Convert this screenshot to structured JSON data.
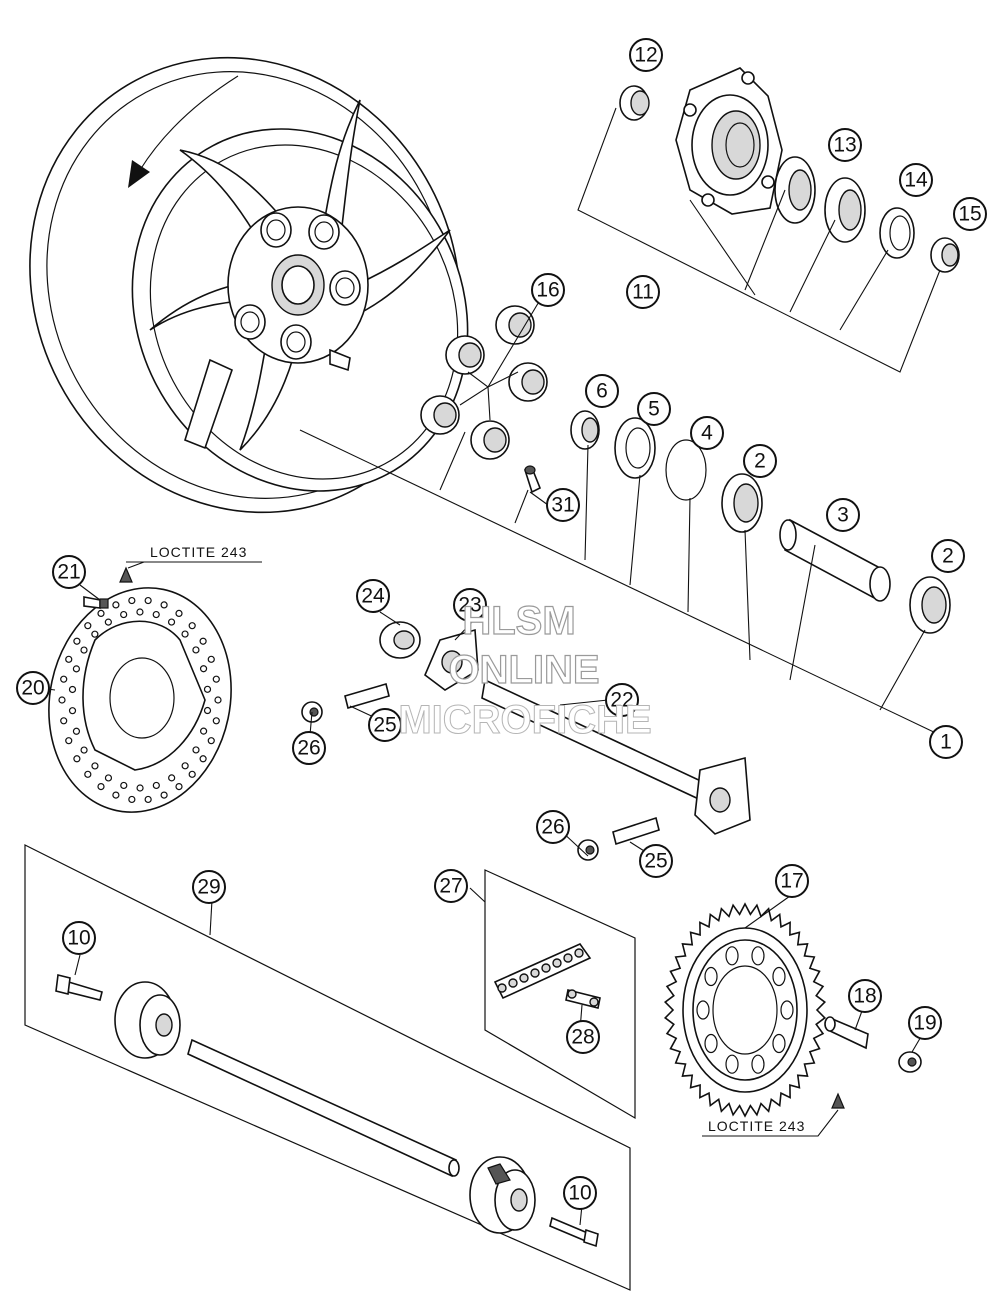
{
  "callouts": [
    {
      "id": "c1",
      "label": "1"
    },
    {
      "id": "c2a",
      "label": "2"
    },
    {
      "id": "c2b",
      "label": "2"
    },
    {
      "id": "c3",
      "label": "3"
    },
    {
      "id": "c4",
      "label": "4"
    },
    {
      "id": "c5",
      "label": "5"
    },
    {
      "id": "c6",
      "label": "6"
    },
    {
      "id": "c10a",
      "label": "10"
    },
    {
      "id": "c10b",
      "label": "10"
    },
    {
      "id": "c11",
      "label": "11"
    },
    {
      "id": "c12",
      "label": "12"
    },
    {
      "id": "c13",
      "label": "13"
    },
    {
      "id": "c14",
      "label": "14"
    },
    {
      "id": "c15",
      "label": "15"
    },
    {
      "id": "c16",
      "label": "16"
    },
    {
      "id": "c17",
      "label": "17"
    },
    {
      "id": "c18",
      "label": "18"
    },
    {
      "id": "c19",
      "label": "19"
    },
    {
      "id": "c20",
      "label": "20"
    },
    {
      "id": "c21",
      "label": "21"
    },
    {
      "id": "c22",
      "label": "22"
    },
    {
      "id": "c23",
      "label": "23"
    },
    {
      "id": "c24",
      "label": "24"
    },
    {
      "id": "c25a",
      "label": "25"
    },
    {
      "id": "c25b",
      "label": "25"
    },
    {
      "id": "c26a",
      "label": "26"
    },
    {
      "id": "c26b",
      "label": "26"
    },
    {
      "id": "c27",
      "label": "27"
    },
    {
      "id": "c28",
      "label": "28"
    },
    {
      "id": "c29",
      "label": "29"
    },
    {
      "id": "c31",
      "label": "31"
    }
  ],
  "notes": {
    "loctite_top": "LOCTITE 243",
    "loctite_bottom": "LOCTITE 243"
  },
  "watermark": {
    "line1": "HLSM",
    "line2": "ONLINE",
    "line3": "MICROFICHE"
  }
}
